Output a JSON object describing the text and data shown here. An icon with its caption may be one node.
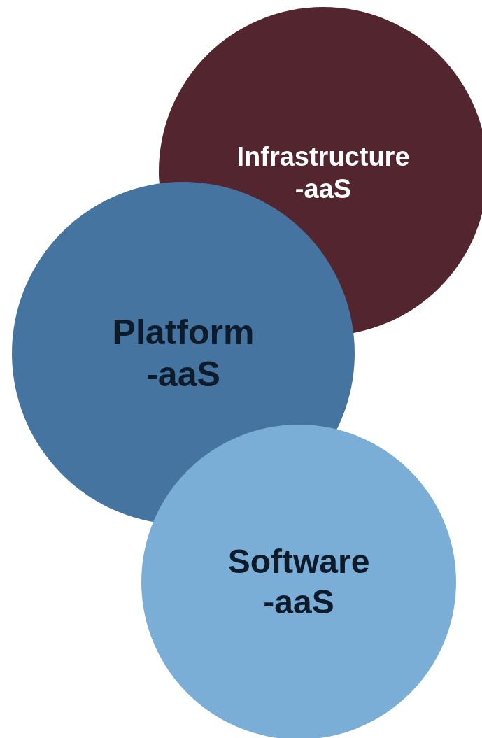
{
  "diagram": {
    "nodes": [
      {
        "text": [
          "Infrastructure -aaS"
        ]
      },
      {
        "text": [
          "Platform -aaS"
        ]
      },
      {
        "text": [
          "Software -aaS"
        ]
      }
    ]
  }
}
